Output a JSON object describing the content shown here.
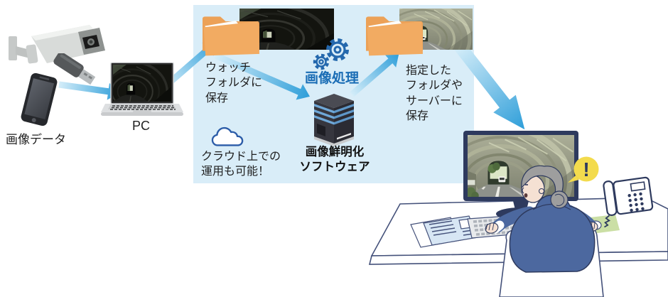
{
  "colors": {
    "box_bg": "#D9EDF8",
    "arrow_blue": "#2E9ED9",
    "accent_text_blue": "#1A6DB5",
    "folder_orange": "#F0A85E",
    "bubble_yellow": "#F3DB4D",
    "outline_navy": "#2E3A5E",
    "person_blue": "#4C689F",
    "mousepad_green": "#CBDFA5"
  },
  "source_group": {
    "caption": "画像データ",
    "pc_label": "PC",
    "icons": [
      "security-camera-icon",
      "usb-drive-icon",
      "smartphone-icon",
      "laptop-icon"
    ]
  },
  "process_box": {
    "watch_folder_note": "ウォッチ\nフォルダに\n保存",
    "processing_label": "画像処理",
    "software_name": "画像鮮明化\nソフトウェア",
    "cloud_note": "クラウド上での\n運用も可能！",
    "output_note": "指定した\nフォルダや\nサーバーに\n保存",
    "icons": [
      "folder-icon",
      "gears-icon",
      "server-icon",
      "cloud-icon"
    ]
  },
  "operator_scene": {
    "exclamation": "!",
    "icons": [
      "monitor-icon",
      "desk-phone-icon",
      "keyboard-icon",
      "mouse-icon",
      "documents-icon",
      "operator-person"
    ]
  }
}
